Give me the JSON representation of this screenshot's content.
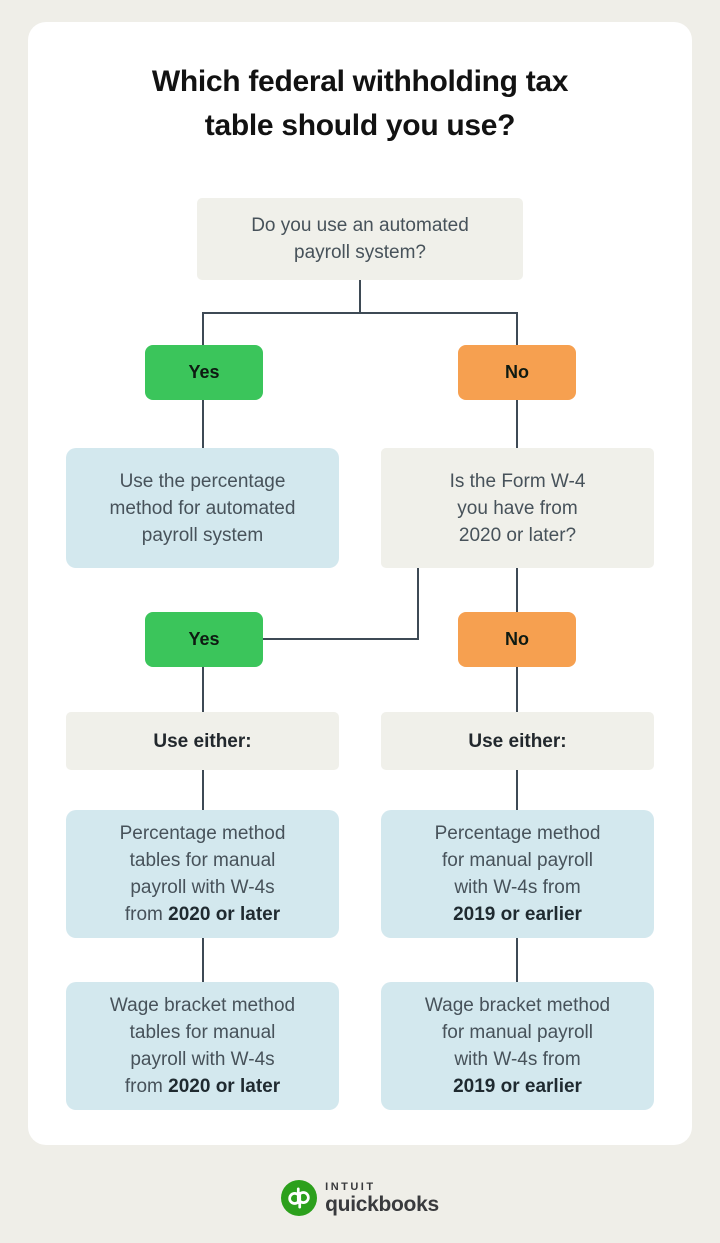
{
  "title": {
    "line1": "Which federal withholding tax",
    "line2": "table should you use?"
  },
  "flow": {
    "q1": {
      "lines": [
        "Do you use an automated",
        "payroll system?"
      ]
    },
    "yes1": "Yes",
    "no1": "No",
    "auto_result": {
      "lines": [
        "Use the percentage",
        "method for automated",
        "payroll system"
      ]
    },
    "q2": {
      "lines": [
        "Is the Form W-4",
        "you have from",
        "2020 or later?"
      ]
    },
    "yes2": "Yes",
    "no2": "No",
    "use_either_left": "Use either:",
    "use_either_right": "Use either:",
    "result_left_1": {
      "lines": [
        "Percentage method",
        "tables for manual",
        "payroll with W-4s",
        "from **2020 or later**"
      ]
    },
    "result_right_1": {
      "lines": [
        "Percentage method",
        "for manual payroll",
        "with W-4s from",
        "**2019 or earlier**"
      ]
    },
    "result_left_2": {
      "lines": [
        "Wage bracket method",
        "tables for manual",
        "payroll with W-4s",
        "from **2020 or later**"
      ]
    },
    "result_right_2": {
      "lines": [
        "Wage bracket method",
        "for manual payroll",
        "with W-4s from",
        "**2019 or earlier**"
      ]
    }
  },
  "footer": {
    "brand_top": "INTUIT",
    "brand_bottom": "quickbooks"
  },
  "colors": {
    "yes_green": "#3bc55b",
    "no_orange": "#f6a050",
    "result_blue": "#d3e8ee",
    "question_gray": "#f0f0ea",
    "connector": "#3e4a55",
    "page_background": "#efeee8",
    "card_background": "#ffffff",
    "logo_green": "#2ca01c"
  }
}
